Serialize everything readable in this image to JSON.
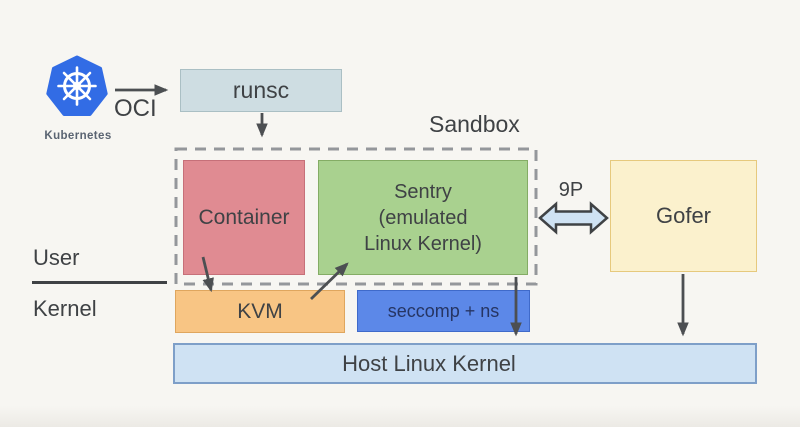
{
  "diagram": {
    "kubernetes": {
      "label": "Kubernetes",
      "icon": "kubernetes-helm-icon"
    },
    "oci_label": "OCI",
    "runsc": {
      "label": "runsc"
    },
    "sandbox": {
      "label": "Sandbox"
    },
    "container": {
      "label": "Container"
    },
    "sentry": {
      "label_lines": [
        "Sentry",
        "(emulated",
        "Linux Kernel)"
      ]
    },
    "protocol_9p": {
      "label": "9P"
    },
    "gofer": {
      "label": "Gofer"
    },
    "privilege_boundary": {
      "user_label": "User",
      "kernel_label": "Kernel"
    },
    "kvm": {
      "label": "KVM"
    },
    "seccomp": {
      "label": "seccomp + ns"
    },
    "host_kernel": {
      "label": "Host Linux Kernel"
    }
  },
  "colors": {
    "background": "#f7f6f2",
    "text": "#3f4245",
    "muted_label": "#5a6472",
    "arrow": "#4c4f52",
    "dash": "#94979b",
    "k8s_blue": "#326ce5",
    "runsc_fill": "#cedde2",
    "runsc_border": "#aabfc4",
    "container_fill": "#e08b92",
    "container_border": "#c67079",
    "sentry_fill": "#a9d18f",
    "sentry_border": "#84ac65",
    "gofer_fill": "#fbf1cd",
    "gofer_border": "#e6c97d",
    "kvm_fill": "#f8c584",
    "kvm_border": "#dfa65e",
    "seccomp_fill": "#5c88e8",
    "seccomp_border": "#3f6aca",
    "seccomp_text": "#263563",
    "host_fill": "#cfe2f3",
    "host_border": "#7e9fc8",
    "p9_fill": "#cfe2f3",
    "p9_outline": "#3f4245"
  }
}
